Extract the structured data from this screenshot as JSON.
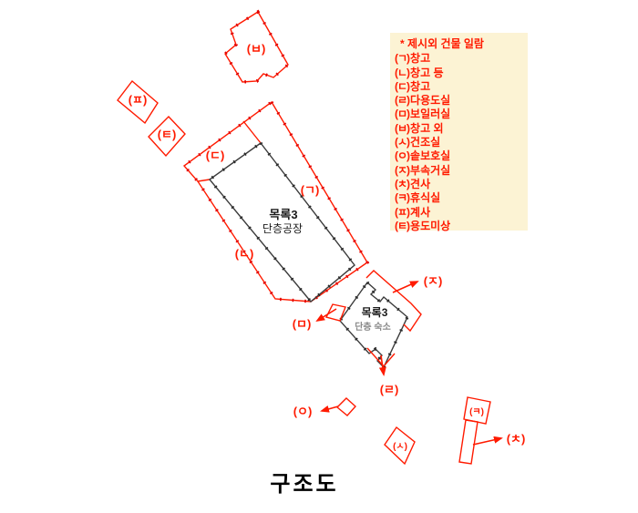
{
  "diagram_title": "구조도",
  "legend": {
    "title": "* 제시외 건물 일람",
    "items": [
      {
        "key": "(ㄱ)",
        "name": "창고"
      },
      {
        "key": "(ㄴ)",
        "name": "창고 등"
      },
      {
        "key": "(ㄷ)",
        "name": "창고"
      },
      {
        "key": "(ㄹ)",
        "name": "다용도실"
      },
      {
        "key": "(ㅁ)",
        "name": "보일러실"
      },
      {
        "key": "(ㅂ)",
        "name": "창고 외"
      },
      {
        "key": "(ㅅ)",
        "name": "건조실"
      },
      {
        "key": "(ㅇ)",
        "name": "솥보호실"
      },
      {
        "key": "(ㅈ)",
        "name": "부속거실"
      },
      {
        "key": "(ㅊ)",
        "name": "견사"
      },
      {
        "key": "(ㅋ)",
        "name": "휴식실"
      },
      {
        "key": "(ㅍ)",
        "name": "계사"
      },
      {
        "key": "(ㅌ)",
        "name": "용도미상"
      }
    ]
  },
  "marker_labels": {
    "giyeok": "(ㄱ)",
    "nieun": "(ㄴ)",
    "digeut": "(ㄷ)",
    "rieul": "(ㄹ)",
    "mieum": "(ㅁ)",
    "bieup": "(ㅂ)",
    "siot": "(ㅅ)",
    "ieung": "(ㅇ)",
    "jieut": "(ㅈ)",
    "chieut": "(ㅊ)",
    "kieuk": "(ㅋ)",
    "pieup": "(ㅍ)",
    "tieut": "(ㅌ)"
  },
  "buildings": {
    "factory": {
      "line1": "목록3",
      "line2": "단층공장"
    },
    "quarters": {
      "line1": "목록3",
      "line2": "단층 숙소"
    }
  },
  "colors": {
    "outline_red": "#ff1a00",
    "line_black": "#3b3b3b",
    "legend_bg": "#fcf3d4"
  }
}
